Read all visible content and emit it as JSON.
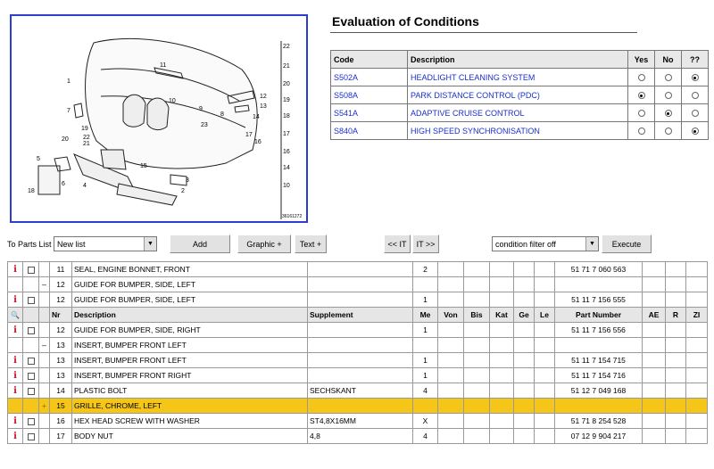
{
  "conditions": {
    "title": "Evaluation of Conditions",
    "headers": {
      "code": "Code",
      "description": "Description",
      "yes": "Yes",
      "no": "No",
      "unknown": "??"
    },
    "rows": [
      {
        "code": "S502A",
        "description": "HEADLIGHT CLEANING SYSTEM",
        "selected": "unknown"
      },
      {
        "code": "S508A",
        "description": "PARK DISTANCE CONTROL (PDC)",
        "selected": "yes"
      },
      {
        "code": "S541A",
        "description": "ADAPTIVE CRUISE CONTROL",
        "selected": "no"
      },
      {
        "code": "S840A",
        "description": "HIGH SPEED SYNCHRONISATION",
        "selected": "unknown"
      }
    ]
  },
  "diagram": {
    "id": "36161272",
    "callouts": [
      "1",
      "2",
      "3",
      "4",
      "5",
      "6",
      "7",
      "8",
      "9",
      "10",
      "11",
      "12",
      "13",
      "14",
      "15",
      "16",
      "17",
      "18",
      "19",
      "20",
      "21",
      "22",
      "23"
    ],
    "side_numbers": [
      "22",
      "21",
      "20",
      "19",
      "18",
      "17",
      "16",
      "14",
      "10"
    ]
  },
  "toolbar": {
    "to_parts_list_label": "To Parts List",
    "parts_list_value": "New list",
    "add_label": "Add",
    "graphic_label": "Graphic +",
    "text_label": "Text +",
    "prev_label": "<< IT",
    "next_label": "IT >>",
    "filter_value": "condition filter off",
    "execute_label": "Execute"
  },
  "parts": {
    "columns": {
      "nr": "Nr",
      "description": "Description",
      "supplement": "Supplement",
      "me": "Me",
      "von": "Von",
      "bis": "Bis",
      "kat": "Kat",
      "ge": "Ge",
      "le": "Le",
      "part_number": "Part Number",
      "ae": "AE",
      "r": "R",
      "zi": "ZI"
    },
    "info_icon": "i",
    "rows_top": [
      {
        "nr": "11",
        "description": "SEAL, ENGINE BONNET, FRONT",
        "supplement": "",
        "me": "2",
        "part_number": "51 71 7 060 563",
        "type": "item"
      },
      {
        "nr": "12",
        "description": "GUIDE FOR BUMPER, SIDE, LEFT",
        "supplement": "",
        "me": "",
        "part_number": "",
        "type": "group"
      },
      {
        "nr": "12",
        "description": "GUIDE FOR BUMPER, SIDE, LEFT",
        "supplement": "",
        "me": "1",
        "part_number": "51 11 7 156 555",
        "type": "item"
      }
    ],
    "rows_bottom": [
      {
        "nr": "12",
        "description": "GUIDE FOR BUMPER, SIDE, RIGHT",
        "supplement": "",
        "me": "1",
        "part_number": "51 11 7 156 556",
        "type": "item"
      },
      {
        "nr": "13",
        "description": "INSERT, BUMPER FRONT LEFT",
        "supplement": "",
        "me": "",
        "part_number": "",
        "type": "group"
      },
      {
        "nr": "13",
        "description": "INSERT, BUMPER FRONT LEFT",
        "supplement": "",
        "me": "1",
        "part_number": "51 11 7 154 715",
        "type": "item"
      },
      {
        "nr": "13",
        "description": "INSERT, BUMPER FRONT RIGHT",
        "supplement": "",
        "me": "1",
        "part_number": "51 11 7 154 716",
        "type": "item"
      },
      {
        "nr": "14",
        "description": "PLASTIC BOLT",
        "supplement": "SECHSKANT",
        "me": "4",
        "part_number": "51 12 7 049 168",
        "type": "item"
      },
      {
        "nr": "15",
        "description": "GRILLE, CHROME, LEFT",
        "supplement": "",
        "me": "",
        "part_number": "",
        "type": "selected"
      },
      {
        "nr": "16",
        "description": "HEX HEAD SCREW WITH WASHER",
        "supplement": "ST4,8X16MM",
        "me": "X",
        "part_number": "51 71 8 254 528",
        "type": "item"
      },
      {
        "nr": "17",
        "description": "BODY NUT",
        "supplement": "4,8",
        "me": "4",
        "part_number": "07 12 9 904 217",
        "type": "item"
      }
    ],
    "group_marker": "–",
    "selected_marker": "+"
  }
}
